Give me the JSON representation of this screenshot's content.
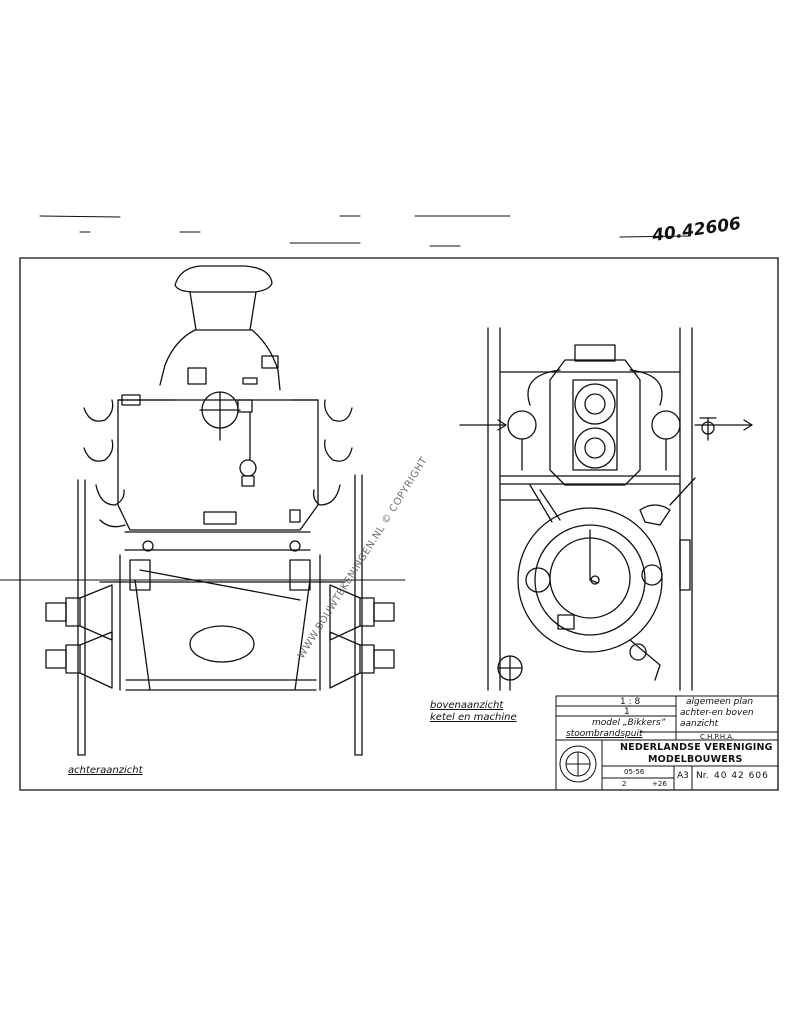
{
  "drawing_number_handwritten": "40.42606",
  "watermark": "WWW.BOUWTEKENINGEN.NL © COPYRIGHT",
  "views": {
    "left_caption": "achteraanzicht",
    "right_caption_line1": "bovenaanzicht",
    "right_caption_line2": "ketel en machine"
  },
  "title_block": {
    "scale_label": "1 : 8",
    "sheet_count": "1",
    "model_label": "model „Bikkers”",
    "subject": "stoombrandspuit",
    "description_line1": "algemeen plan",
    "description_line2": "achter-en boven",
    "description_line3": "aanzicht",
    "drawn_by": "C.H.P.H.A.",
    "organization_line1": "NEDERLANDSE VERENIGING",
    "organization_line2": "MODELBOUWERS",
    "date_value": "05-56",
    "sheet_size": "A3",
    "number_label": "Nr.",
    "drawing_number": "40 42 606",
    "extra_code": "2",
    "extra_code2": "+26"
  }
}
